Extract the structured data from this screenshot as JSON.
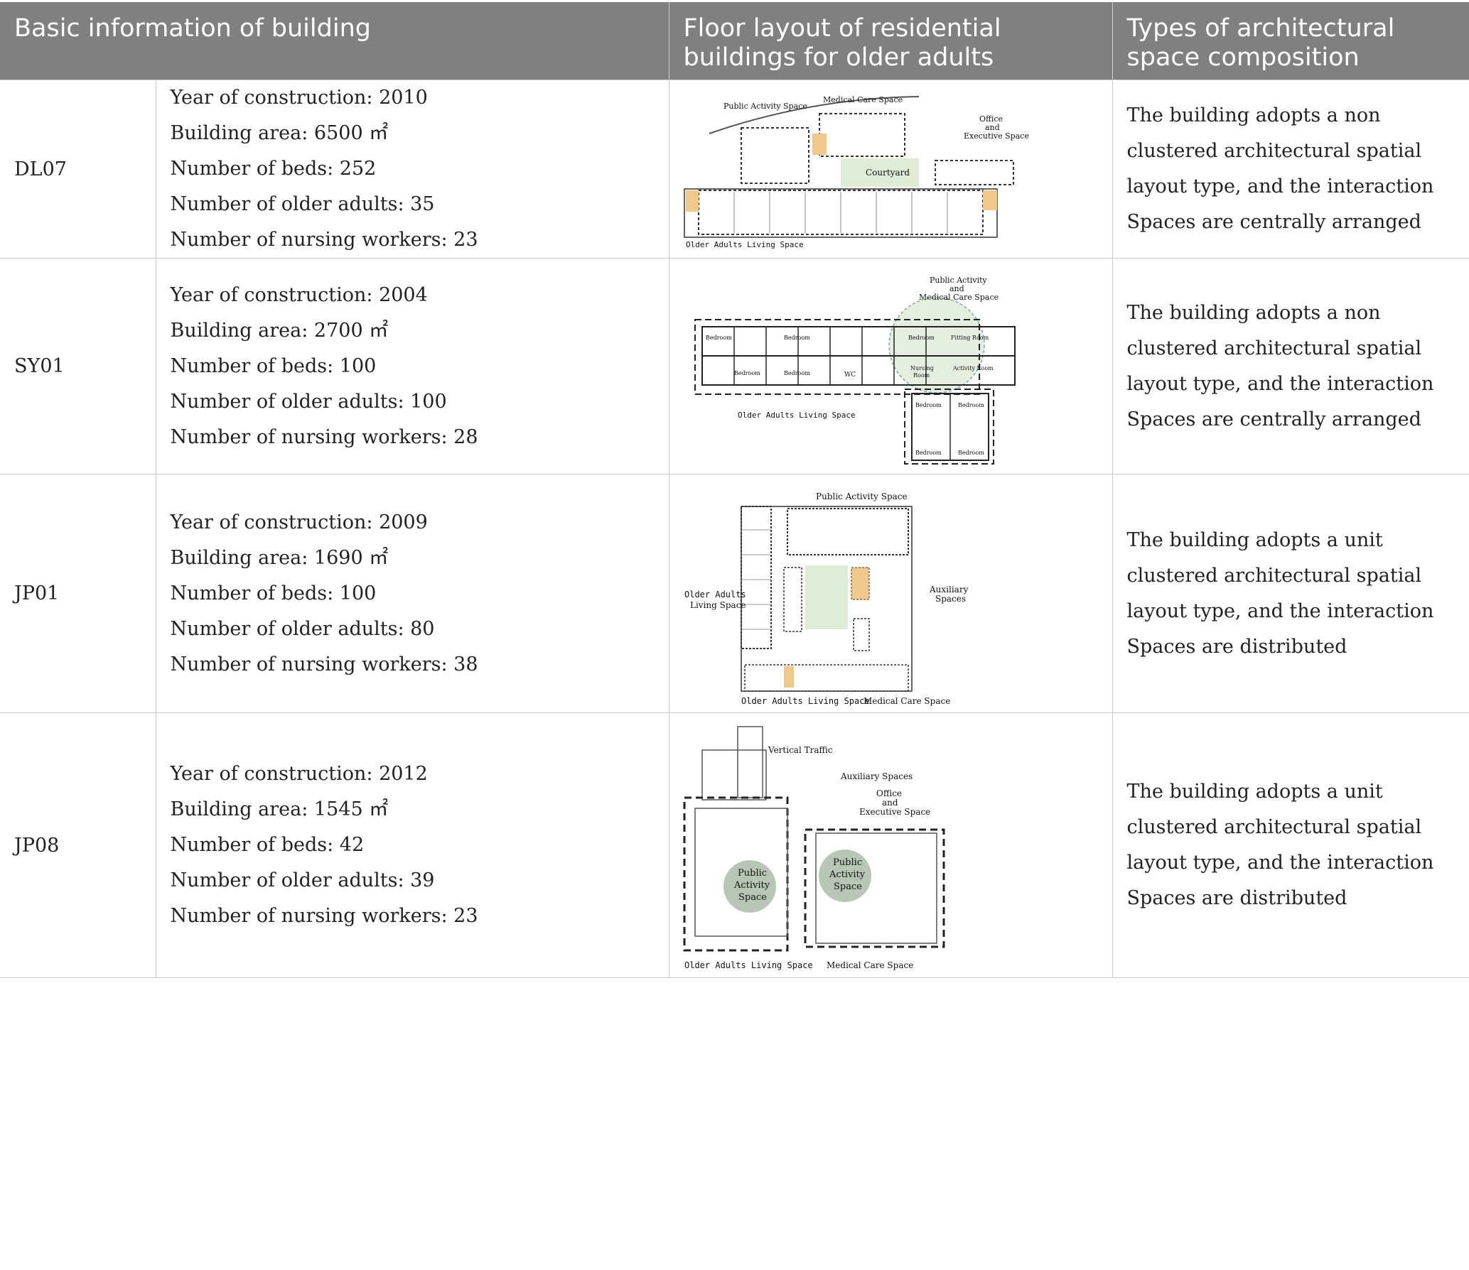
{
  "header": {
    "col1": "Basic information of building",
    "col2": "Floor layout of residential buildings for older adults",
    "col3": "Types of architectural space composition"
  },
  "rows": [
    {
      "id": "DL07",
      "info": [
        "Year of construction: 2010",
        "Building area: 6500 ㎡",
        "Number of beds: 252",
        "Number of older adults: 35",
        "Number of nursing workers: 23"
      ],
      "type": "The building adopts a non clustered architectural spatial layout type, and the interaction Spaces are centrally arranged",
      "plan": {
        "public_activity": "Public Activity Space",
        "medical_care": "Medical Care Space",
        "office_1": "Office",
        "office_2": "and",
        "office_3": "Executive Space",
        "courtyard": "Courtyard",
        "living": "Older Adults Living Space"
      }
    },
    {
      "id": "SY01",
      "info": [
        "Year of construction: 2004",
        "Building area: 2700 ㎡",
        "Number of beds: 100",
        "Number of older adults: 100",
        "Number of nursing workers: 28"
      ],
      "type": "The building adopts a non clustered architectural spatial layout type, and the interaction Spaces are centrally arranged",
      "plan": {
        "pam_1": "Public Activity",
        "pam_2": "and",
        "pam_3": "Medical Care Space",
        "bedroom": "Bedroom",
        "fitting": "Fitting Room",
        "activity": "Activity Room",
        "nursing_1": "Nursing",
        "nursing_2": "Room",
        "wc": "WC",
        "living": "Older Adults Living Space"
      }
    },
    {
      "id": "JP01",
      "info": [
        "Year of construction: 2009",
        "Building area: 1690 ㎡",
        "Number of beds: 100",
        "Number of older adults: 80",
        "Number of nursing workers: 38"
      ],
      "type": "The building adopts a unit clustered architectural spatial layout type, and the interaction Spaces are distributed",
      "plan": {
        "public_activity": "Public Activity Space",
        "living_1": "Older Adults",
        "living_2": "Living Space",
        "auxiliary_1": "Auxiliary",
        "auxiliary_2": "Spaces",
        "living_bottom": "Older Adults Living Space",
        "medical": "Medical Care Space"
      }
    },
    {
      "id": "JP08",
      "info": [
        "Year of construction: 2012",
        "Building area: 1545 ㎡",
        "Number of beds: 42",
        "Number of older adults: 39",
        "Number of nursing workers: 23"
      ],
      "type": "The building adopts a unit clustered architectural spatial layout type, and the interaction Spaces are distributed",
      "plan": {
        "vertical": "Vertical Traffic",
        "auxiliary": "Auxiliary Spaces",
        "office_1": "Office",
        "office_2": "and",
        "office_3": "Executive Space",
        "pa_1": "Public",
        "pa_2": "Activity",
        "pa_3": "Space",
        "living": "Older Adults Living Space",
        "medical": "Medical Care Space"
      }
    }
  ]
}
